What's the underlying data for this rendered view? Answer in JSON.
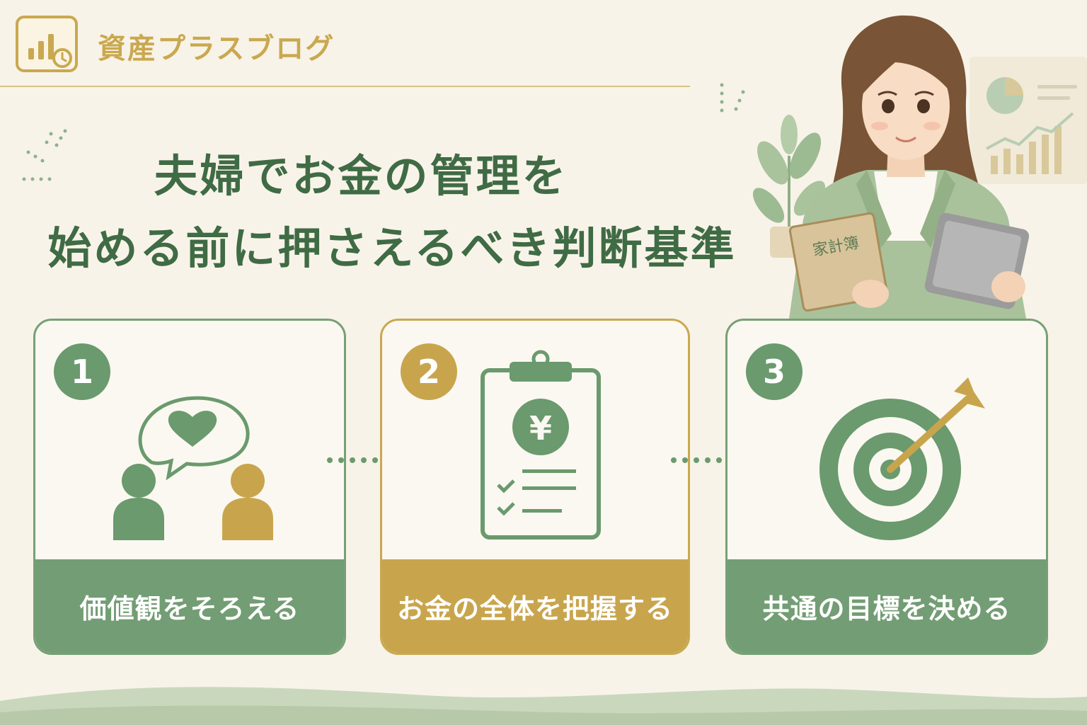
{
  "header": {
    "blog_name": "資産プラスブログ",
    "logo_icon": "bar-chart-clock-icon"
  },
  "title": {
    "line1": "夫婦でお金の管理を",
    "line2": "始める前に押さえるべき判断基準"
  },
  "illustration": {
    "book_label": "家計簿"
  },
  "steps": [
    {
      "number": "1",
      "label": "価値観をそろえる",
      "icon": "couple-heart-chat-icon"
    },
    {
      "number": "2",
      "label": "お金の全体を把握する",
      "icon": "yen-clipboard-checklist-icon"
    },
    {
      "number": "3",
      "label": "共通の目標を決める",
      "icon": "target-arrow-icon"
    }
  ],
  "colors": {
    "green": "#6a9a6d",
    "gold": "#c8a54d",
    "title_green": "#3f6b45",
    "background": "#f8f3e8"
  }
}
